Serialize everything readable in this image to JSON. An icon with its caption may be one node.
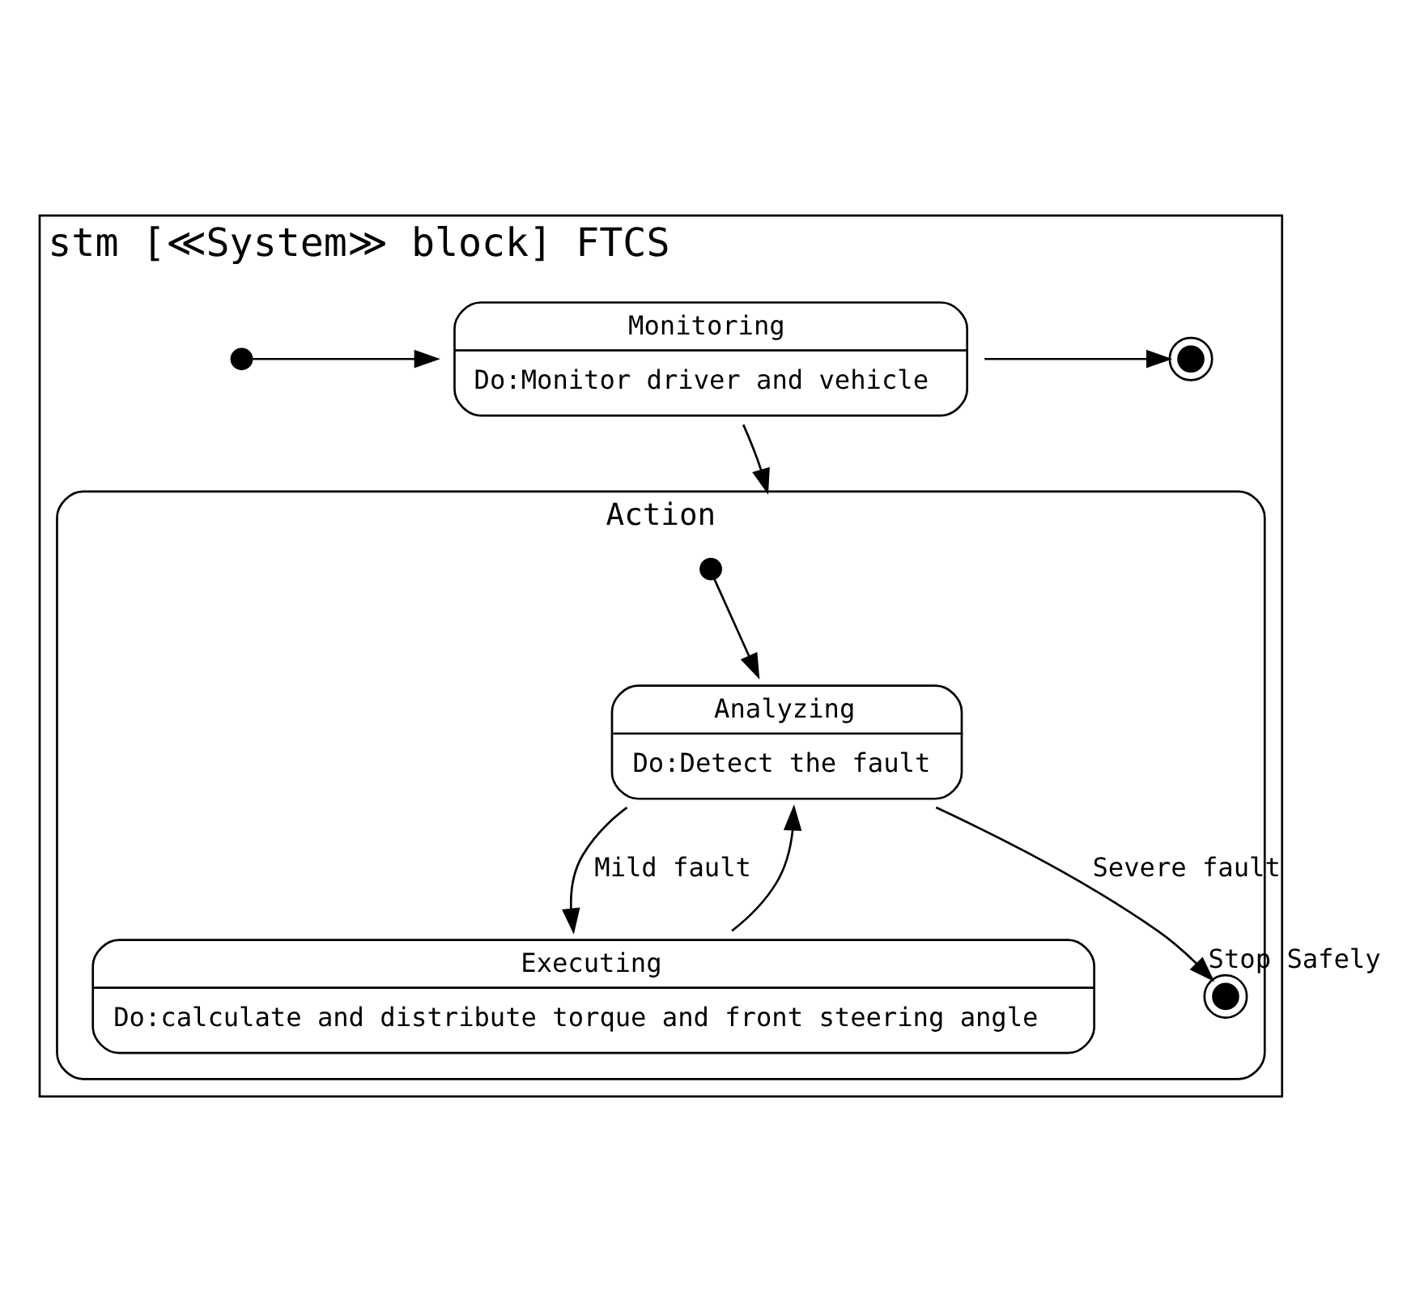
{
  "diagram": {
    "nodes": [
      {
        "text": [
          "stm [≪System≫ block] FTCS"
        ]
      },
      {
        "text": [],
        "shape": "dot",
        "in": 0
      },
      {
        "text": [
          "Monitoring",
          "Do:Monitor driver and vehicle"
        ],
        "in": 0
      },
      {
        "text": [],
        "shape": "circle",
        "in": 0
      },
      {
        "text": [
          "Action"
        ],
        "in": 0
      },
      {
        "text": [],
        "shape": "dot",
        "in": 4
      },
      {
        "text": [
          "Analyzing",
          "Do:Detect the fault"
        ],
        "in": 4
      },
      {
        "text": [
          "Executing",
          "Do:calculate and distribute torque and front steering angle"
        ],
        "in": 4
      },
      {
        "text": [],
        "shape": "circle",
        "beside": [
          "Stop Safely"
        ],
        "in": 4
      }
    ],
    "edges": [
      {
        "from": 1,
        "to": 2,
        "arrow": "to"
      },
      {
        "from": 2,
        "to": 3,
        "arrow": "to"
      },
      {
        "from": 2,
        "to": 4,
        "arrow": "to"
      },
      {
        "from": 5,
        "to": 6,
        "arrow": "to"
      },
      {
        "from": 6,
        "to": 7,
        "label": "Mild fault",
        "arrow": "to"
      },
      {
        "from": 7,
        "to": 6,
        "arrow": "to"
      },
      {
        "from": 6,
        "to": 8,
        "label": "Severe fault",
        "arrow": "to"
      }
    ]
  }
}
